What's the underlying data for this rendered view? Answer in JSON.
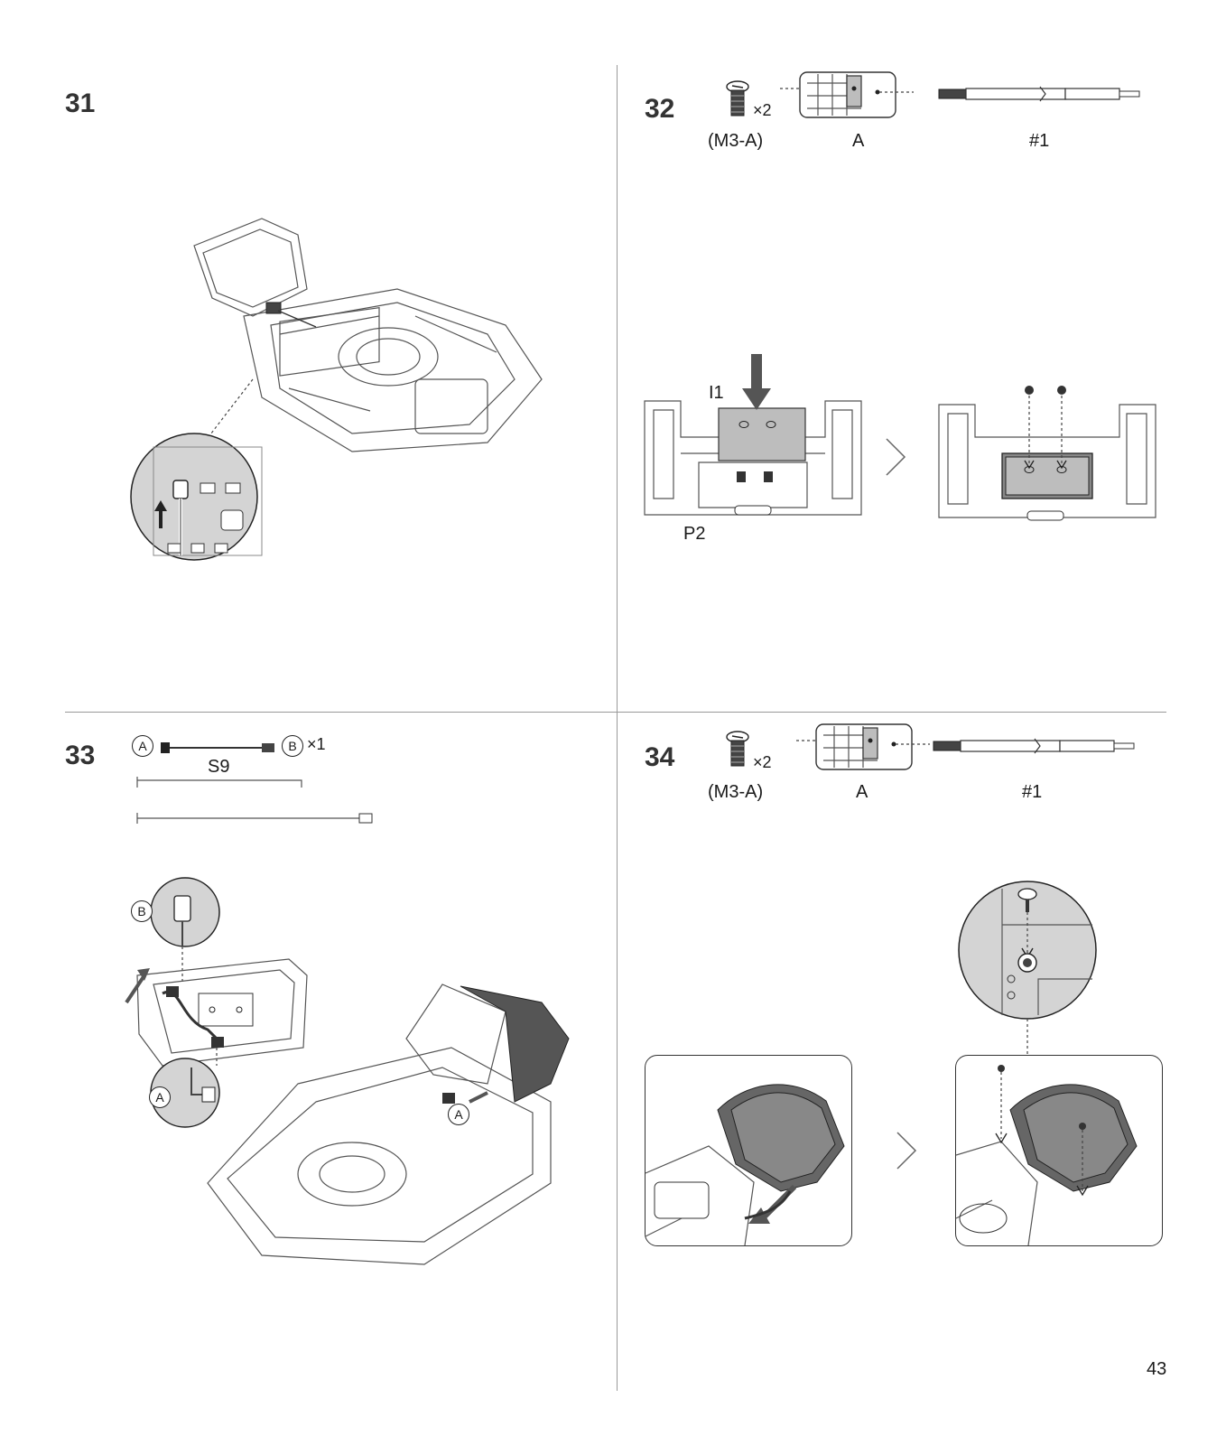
{
  "page_number": "43",
  "steps": [
    {
      "number": "31"
    },
    {
      "number": "32",
      "screw_qty": "×2",
      "screw_label": "(M3-A)",
      "tray_label": "A",
      "driver_label": "#1",
      "part_label_top": "I1",
      "part_label_bottom": "P2"
    },
    {
      "number": "33",
      "cable_end_a": "A",
      "cable_end_b": "B",
      "cable_qty": "×1",
      "cable_label": "S9",
      "callout_b": "B",
      "callout_a": "A",
      "callout_a2": "A"
    },
    {
      "number": "34",
      "screw_qty": "×2",
      "screw_label": "(M3-A)",
      "tray_label": "A",
      "driver_label": "#1"
    }
  ],
  "colors": {
    "divider": "#9a9a9a",
    "part_gray": "#bdbdbd",
    "dark": "#444444"
  },
  "icons": [
    "screw-icon",
    "screw-tray-icon",
    "screwdriver-icon",
    "cable-icon",
    "chevron-right-icon",
    "arrow-icon"
  ]
}
